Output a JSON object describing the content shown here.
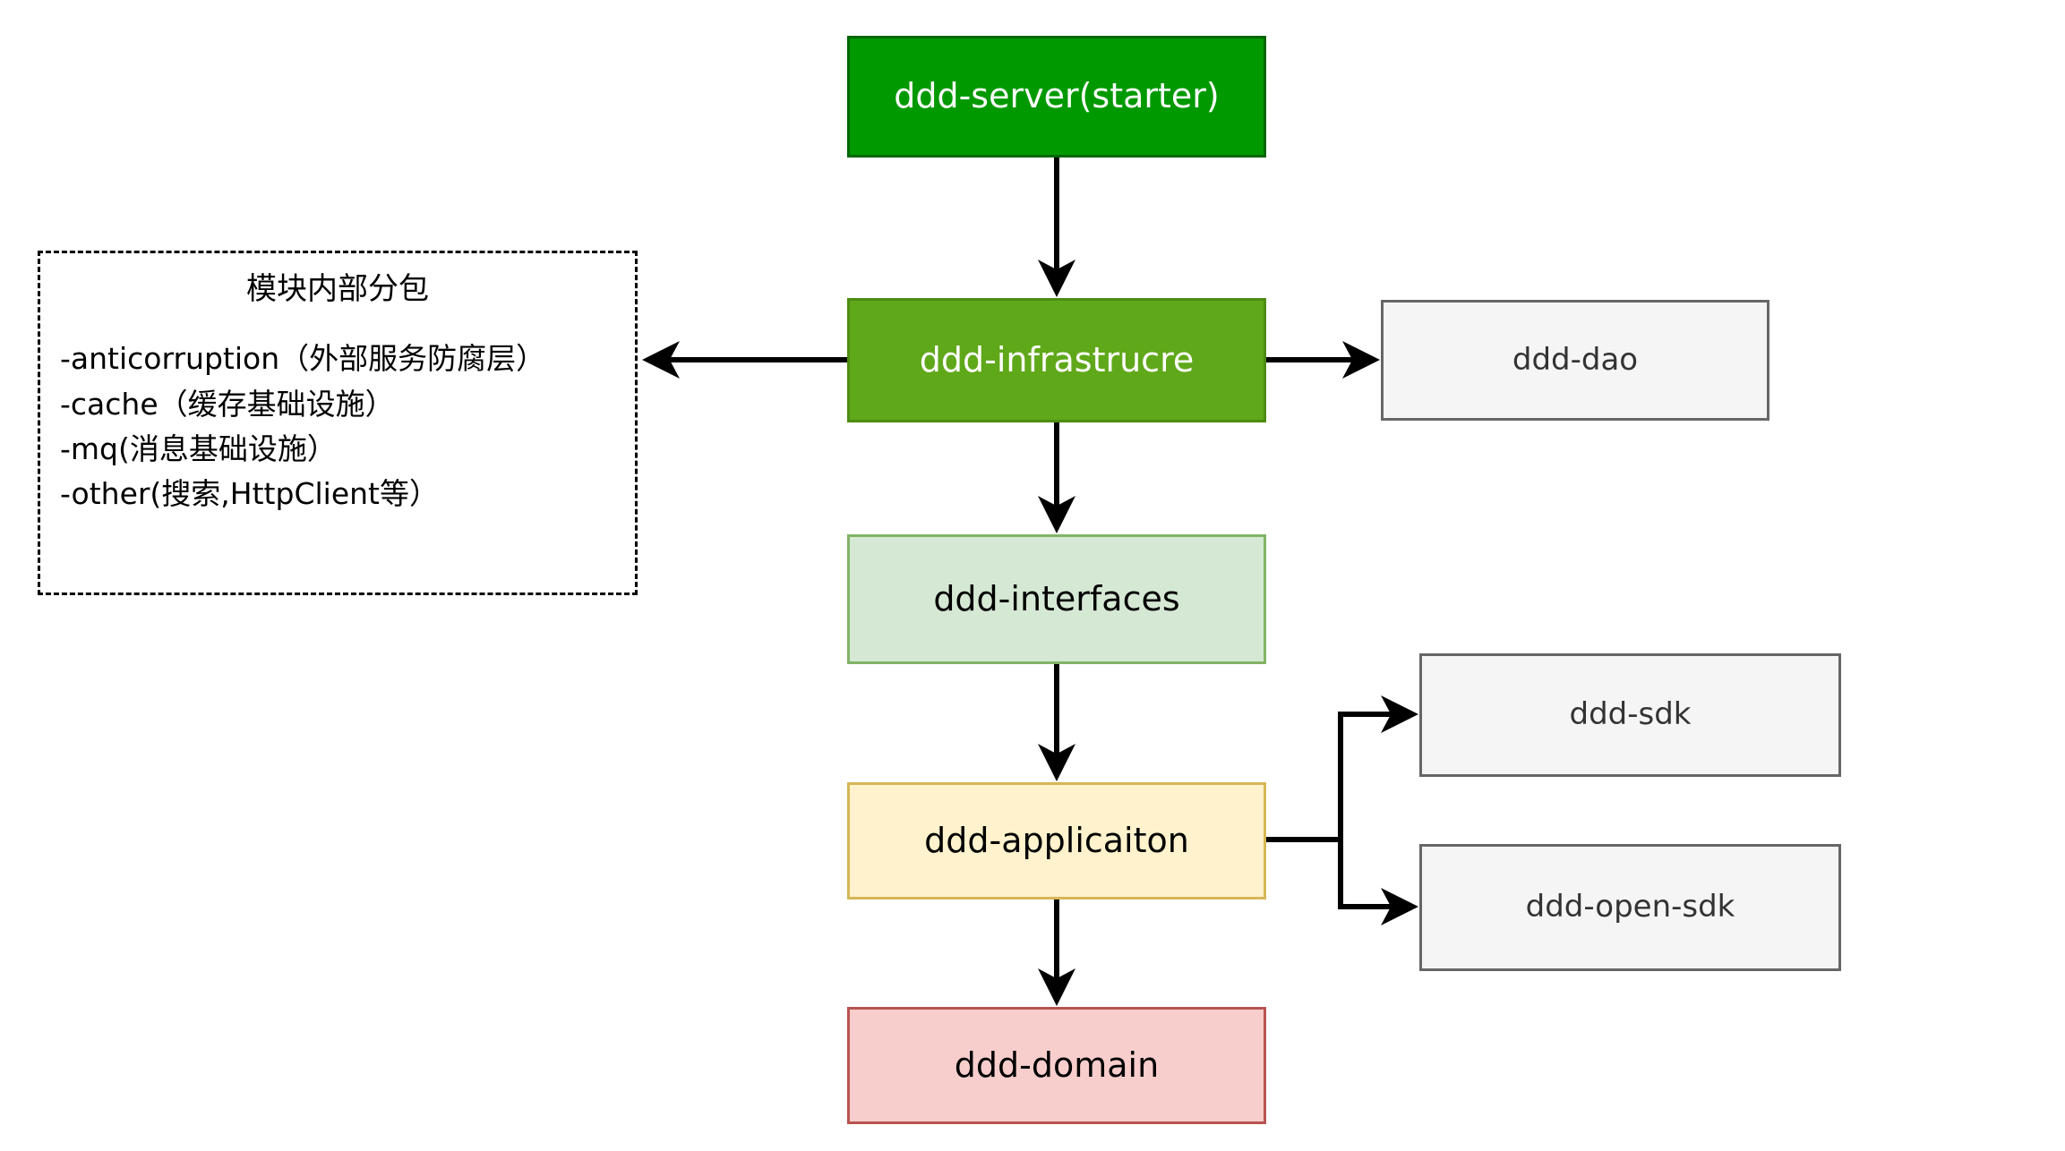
{
  "diagram": {
    "title": "DDD module dependency diagram",
    "background_color": "#ffffff"
  },
  "nodes": [
    {
      "id": "server",
      "label": "ddd-server(starter)",
      "fill": "#009900",
      "stroke": "#006600",
      "text_color": "#ffffff"
    },
    {
      "id": "infrastructure",
      "label": "ddd-infrastrucre",
      "fill": "#5FA81A",
      "stroke": "#4d8c12",
      "text_color": "#ffffff"
    },
    {
      "id": "interfaces",
      "label": "ddd-interfaces",
      "fill": "#D5E8D4",
      "stroke": "#82B366",
      "text_color": "#000000"
    },
    {
      "id": "application",
      "label": "ddd-applicaiton",
      "fill": "#FFF2CC",
      "stroke": "#D6B656",
      "text_color": "#000000"
    },
    {
      "id": "domain",
      "label": "ddd-domain",
      "fill": "#F8CECC",
      "stroke": "#B85450",
      "text_color": "#000000"
    },
    {
      "id": "dao",
      "label": "ddd-dao",
      "fill": "#F5F5F5",
      "stroke": "#666666",
      "text_color": "#333333"
    },
    {
      "id": "sdk",
      "label": "ddd-sdk",
      "fill": "#F5F5F5",
      "stroke": "#666666",
      "text_color": "#333333"
    },
    {
      "id": "open_sdk",
      "label": "ddd-open-sdk",
      "fill": "#F5F5F5",
      "stroke": "#666666",
      "text_color": "#333333"
    }
  ],
  "node_labels": {
    "server": "ddd-server(starter)",
    "infrastructure": "ddd-infrastrucre",
    "interfaces": "ddd-interfaces",
    "application": "ddd-applicaiton",
    "domain": "ddd-domain",
    "dao": "ddd-dao",
    "sdk": "ddd-sdk",
    "open_sdk": "ddd-open-sdk"
  },
  "legend": {
    "title": "模块内部分包",
    "items": [
      "-anticorruption（外部服务防腐层）",
      "-cache（缓存基础设施）",
      "-mq(消息基础设施）",
      "-other(搜索,HttpClient等）"
    ],
    "border_style": "dashed",
    "border_color": "#000000"
  },
  "edges": [
    {
      "id": "server-to-infrastructure",
      "from": "ddd-server(starter)",
      "to": "ddd-infrastrucre",
      "direction": "down"
    },
    {
      "id": "infrastructure-to-legend",
      "from": "ddd-infrastrucre",
      "to": "模块内部分包",
      "direction": "left"
    },
    {
      "id": "infrastructure-to-dao",
      "from": "ddd-infrastrucre",
      "to": "ddd-dao",
      "direction": "right"
    },
    {
      "id": "infrastructure-to-interfaces",
      "from": "ddd-infrastrucre",
      "to": "ddd-interfaces",
      "direction": "down"
    },
    {
      "id": "interfaces-to-application",
      "from": "ddd-interfaces",
      "to": "ddd-applicaiton",
      "direction": "down"
    },
    {
      "id": "application-to-sdk",
      "from": "ddd-applicaiton",
      "to": "ddd-sdk",
      "direction": "right-branch-up"
    },
    {
      "id": "application-to-open-sdk",
      "from": "ddd-applicaiton",
      "to": "ddd-open-sdk",
      "direction": "right-branch-down"
    },
    {
      "id": "application-to-domain",
      "from": "ddd-applicaiton",
      "to": "ddd-domain",
      "direction": "down"
    }
  ],
  "edge_color": "#000000"
}
